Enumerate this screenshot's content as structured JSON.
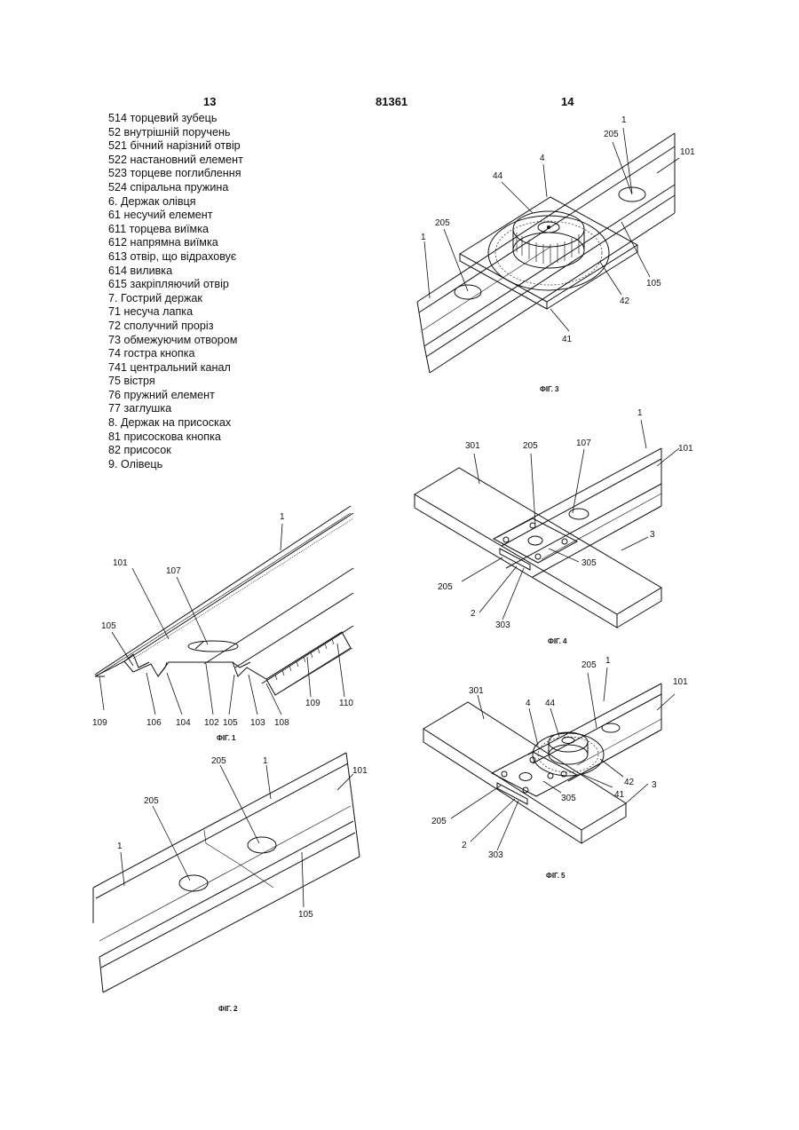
{
  "header": {
    "left_page": "13",
    "doc_number": "81361",
    "right_page": "14"
  },
  "legend": [
    "514 торцевий зубець",
    "52 внутрішній поручень",
    "521 бічний нарізний отвір",
    "522 настановний елемент",
    "523 торцеве поглиблення",
    "524 спіральна пружина",
    "6. Держак олівця",
    "61 несучий елемент",
    "611 торцева виїмка",
    "612 напрямна виїмка",
    "613 отвір, що відраховує",
    "614 виливка",
    "615 закріпляючий отвір",
    "7. Гострий держак",
    "71 несуча лапка",
    "72 сполучний проріз",
    "73 обмежуючим отвором",
    "74 гостра кнопка",
    "741 центральний канал",
    "75 вістря",
    "76 пружний елемент",
    "77 заглушка",
    "8. Держак на присосках",
    "81 присоскова кнопка",
    "82 присосок",
    "9. Олівець"
  ],
  "figures": {
    "fig1": {
      "caption": "ФІГ. 1",
      "labels": [
        "1",
        "101",
        "107",
        "105",
        "109",
        "106",
        "104",
        "102",
        "105",
        "103",
        "108",
        "109",
        "110"
      ]
    },
    "fig2": {
      "caption": "ФІГ. 2",
      "labels": [
        "205",
        "1",
        "101",
        "205",
        "1",
        "105"
      ]
    },
    "fig3": {
      "caption": "ФІГ. 3",
      "labels": [
        "1",
        "205",
        "101",
        "4",
        "44",
        "205",
        "1",
        "105",
        "42",
        "41"
      ]
    },
    "fig4": {
      "caption": "ФІГ. 4",
      "labels": [
        "1",
        "301",
        "205",
        "107",
        "101",
        "3",
        "305",
        "205",
        "2",
        "303"
      ]
    },
    "fig5": {
      "caption": "ФІГ. 5",
      "labels": [
        "205",
        "1",
        "101",
        "301",
        "4",
        "44",
        "42",
        "41",
        "3",
        "305",
        "205",
        "2",
        "303"
      ]
    }
  }
}
